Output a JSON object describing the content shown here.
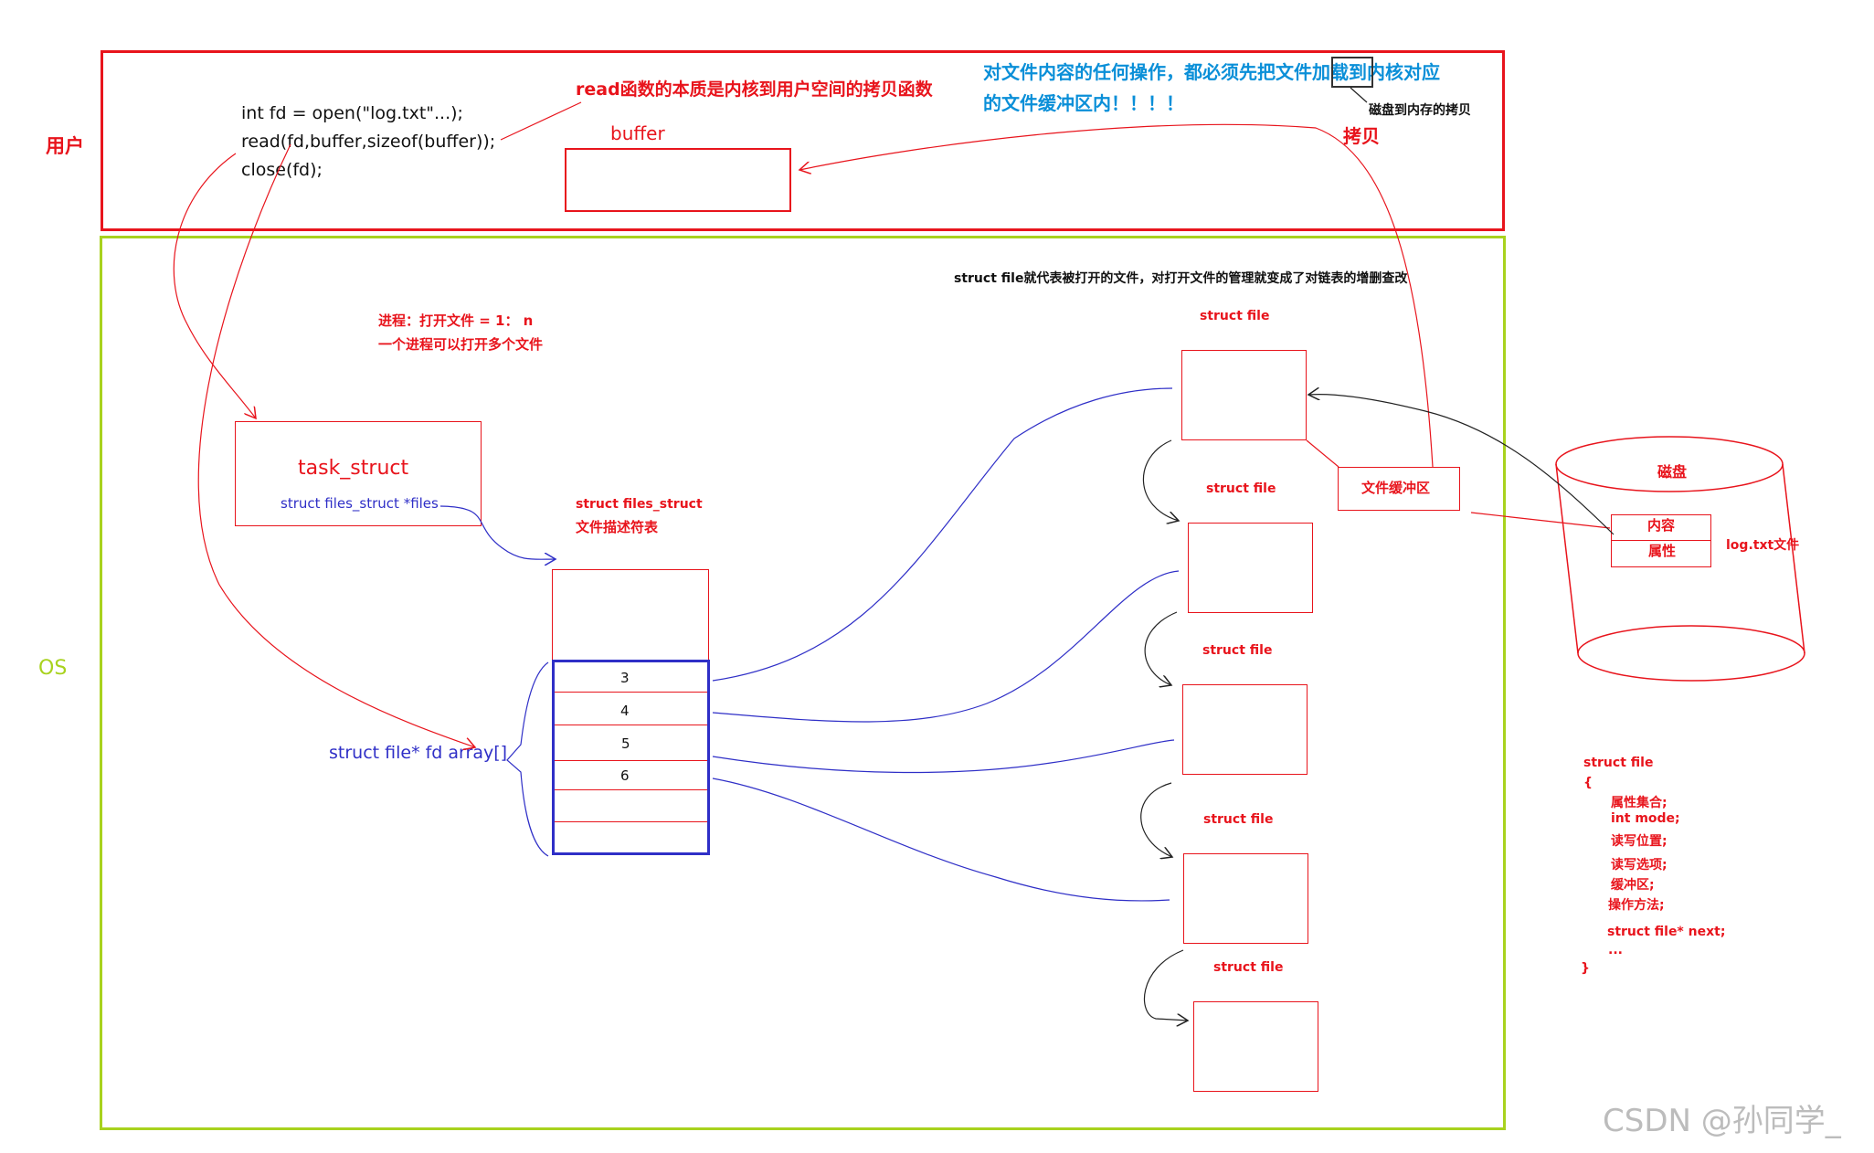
{
  "user_region": {
    "label": "用户",
    "border_color": "#e8141c"
  },
  "os_region": {
    "label": "OS",
    "border_color": "#a8d21e"
  },
  "code": {
    "line1": "int fd = open(\"log.txt\"...);",
    "line2": "read(fd,buffer,sizeof(buffer));",
    "line3": "close(fd);"
  },
  "read_note": "read函数的本质是内核到用户空间的拷贝函数",
  "buffer_label": "buffer",
  "load_note": {
    "line1": "对文件内容的任何操作，都必须先把文件加载到内核对应",
    "line2": "的文件缓冲区内！！！！"
  },
  "disk_copy_note": "磁盘到内存的拷贝",
  "copy_label": "拷贝",
  "struct_file_note": "struct file就代表被打开的文件，对打开文件的管理就变成了对链表的增删查改",
  "process_note": {
    "line1": "进程：打开文件 = 1： n",
    "line2": "一个进程可以打开多个文件"
  },
  "task_struct": {
    "title": "task_struct",
    "field": "struct files_struct *files"
  },
  "files_struct": {
    "line1": "struct files_struct",
    "line2": "文件描述符表"
  },
  "fd_array_label": "struct file* fd array[]",
  "fd_entries": [
    "3",
    "4",
    "5",
    "6",
    "",
    ""
  ],
  "struct_file_labels": [
    "struct file",
    "struct file",
    "struct file",
    "struct file",
    "struct file"
  ],
  "file_buffer_label": "文件缓冲区",
  "disk": {
    "title": "磁盘",
    "content": "内容",
    "attributes": "属性",
    "file_label": "log.txt文件"
  },
  "struct_def": {
    "line1": "struct file",
    "line2": "{",
    "line3": "属性集合;",
    "line4": "int mode;",
    "line5": "读写位置;",
    "line6": "读写选项;",
    "line7": "缓冲区;",
    "line8": "操作方法;",
    "line9": "struct file* next;",
    "line10": "...",
    "line11": "}"
  },
  "watermark": "CSDN @孙同学_",
  "colors": {
    "red": "#e8141c",
    "blue": "#2f2fc7",
    "lime": "#a8d21e",
    "cyan": "#0a8fd8"
  }
}
